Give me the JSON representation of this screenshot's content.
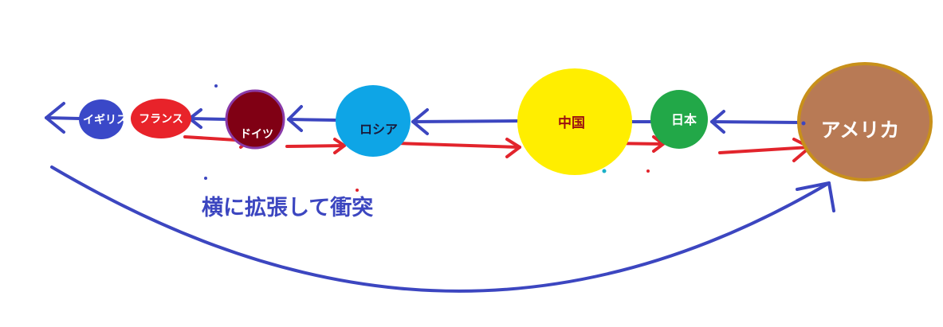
{
  "nodes": {
    "england": {
      "label": "イギリス",
      "fill": "#3a48c8"
    },
    "france": {
      "label": "フランス",
      "fill": "#e8232a"
    },
    "germany": {
      "label": "ドイツ",
      "fill": "#800014",
      "stroke": "#8a3aa8"
    },
    "russia": {
      "label": "ロシア",
      "fill": "#0ea5e6"
    },
    "china": {
      "label": "中国",
      "fill": "#ffee00"
    },
    "japan": {
      "label": "日本",
      "fill": "#22a848"
    },
    "america": {
      "label": "アメリカ",
      "fill": "#b87a55",
      "stroke": "#c8901a"
    }
  },
  "caption": "横に拡張して衝突",
  "colors": {
    "blue_arrow": "#3c46c0",
    "red_arrow": "#e2242c",
    "caption": "#3c46c0",
    "china_label": "#9a1010"
  }
}
